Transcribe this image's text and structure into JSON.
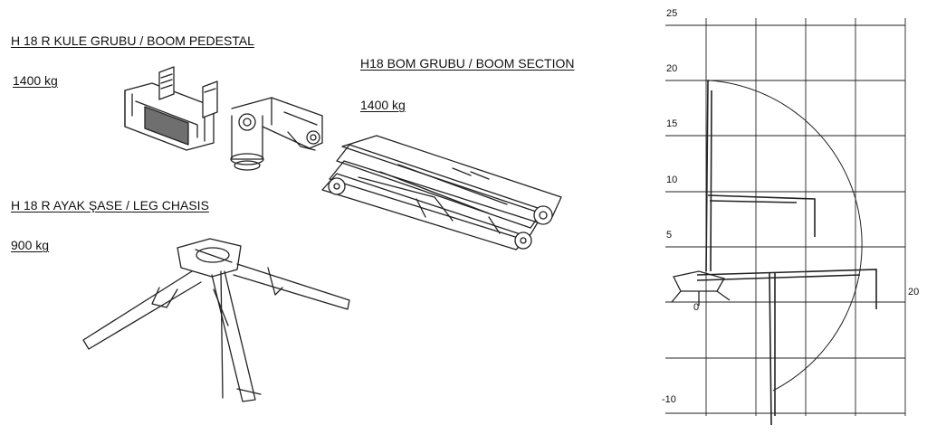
{
  "components": {
    "pedestal": {
      "title": "H 18 R  KULE GRUBU  /  BOOM PEDESTAL",
      "weight": "1400 kg"
    },
    "boom": {
      "title": "H18  BOM GRUBU   /  BOOM SECTION",
      "weight": "1400 kg"
    },
    "chassis": {
      "title": "H 18 R  AYAK ŞASE / LEG CHASIS",
      "weight": "900 kg"
    }
  },
  "reach_diagram": {
    "y_tick_labels": [
      "25",
      "20",
      "15",
      "10",
      "5",
      "0",
      "-10"
    ],
    "x_tick_labels": [
      "20"
    ],
    "grid": true
  }
}
